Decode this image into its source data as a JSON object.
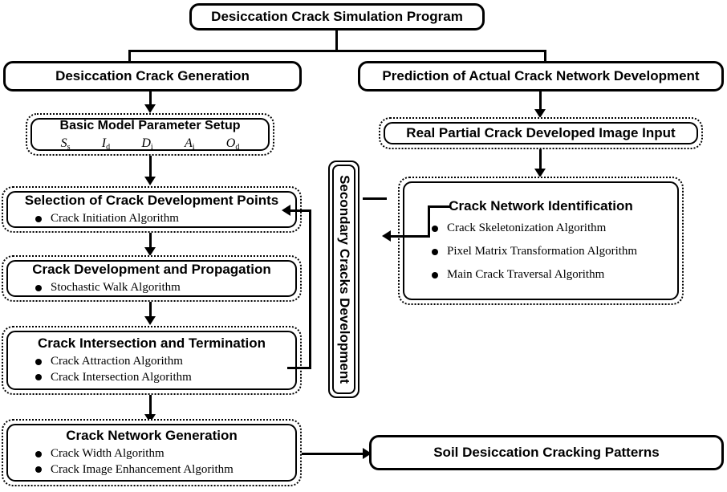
{
  "diagram": {
    "root": {
      "label": "Desiccation Crack Simulation Program"
    },
    "branches": {
      "left": {
        "label": "Desiccation Crack Generation"
      },
      "right": {
        "label": "Prediction of Actual Crack Network Development"
      }
    },
    "left_column": [
      {
        "title": "Basic Model Parameter Setup",
        "params": [
          {
            "sym": "S",
            "sub": "s"
          },
          {
            "sym": "I",
            "sub": "d"
          },
          {
            "sym": "D",
            "sub": "i"
          },
          {
            "sym": "A",
            "sub": "i"
          },
          {
            "sym": "O",
            "sub": "d"
          }
        ]
      },
      {
        "title": "Selection of Crack Development Points",
        "items": [
          "Crack Initiation Algorithm"
        ]
      },
      {
        "title": "Crack Development and Propagation",
        "items": [
          "Stochastic Walk Algorithm"
        ]
      },
      {
        "title": "Crack Intersection and Termination",
        "items": [
          "Crack Attraction Algorithm",
          "Crack Intersection Algorithm"
        ]
      },
      {
        "title": "Crack Network Generation",
        "items": [
          "Crack Width Algorithm",
          "Crack Image Enhancement Algorithm"
        ]
      }
    ],
    "right_column": [
      {
        "title": "Real Partial Crack Developed Image Input"
      },
      {
        "title": "Crack Network Identification",
        "items": [
          "Crack Skeletonization Algorithm",
          "Pixel Matrix Transformation Algorithm",
          "Main Crack Traversal Algorithm"
        ]
      }
    ],
    "vertical": {
      "label": "Secondary Cracks Development"
    },
    "output": {
      "label": "Soil Desiccation Cracking Patterns"
    }
  }
}
